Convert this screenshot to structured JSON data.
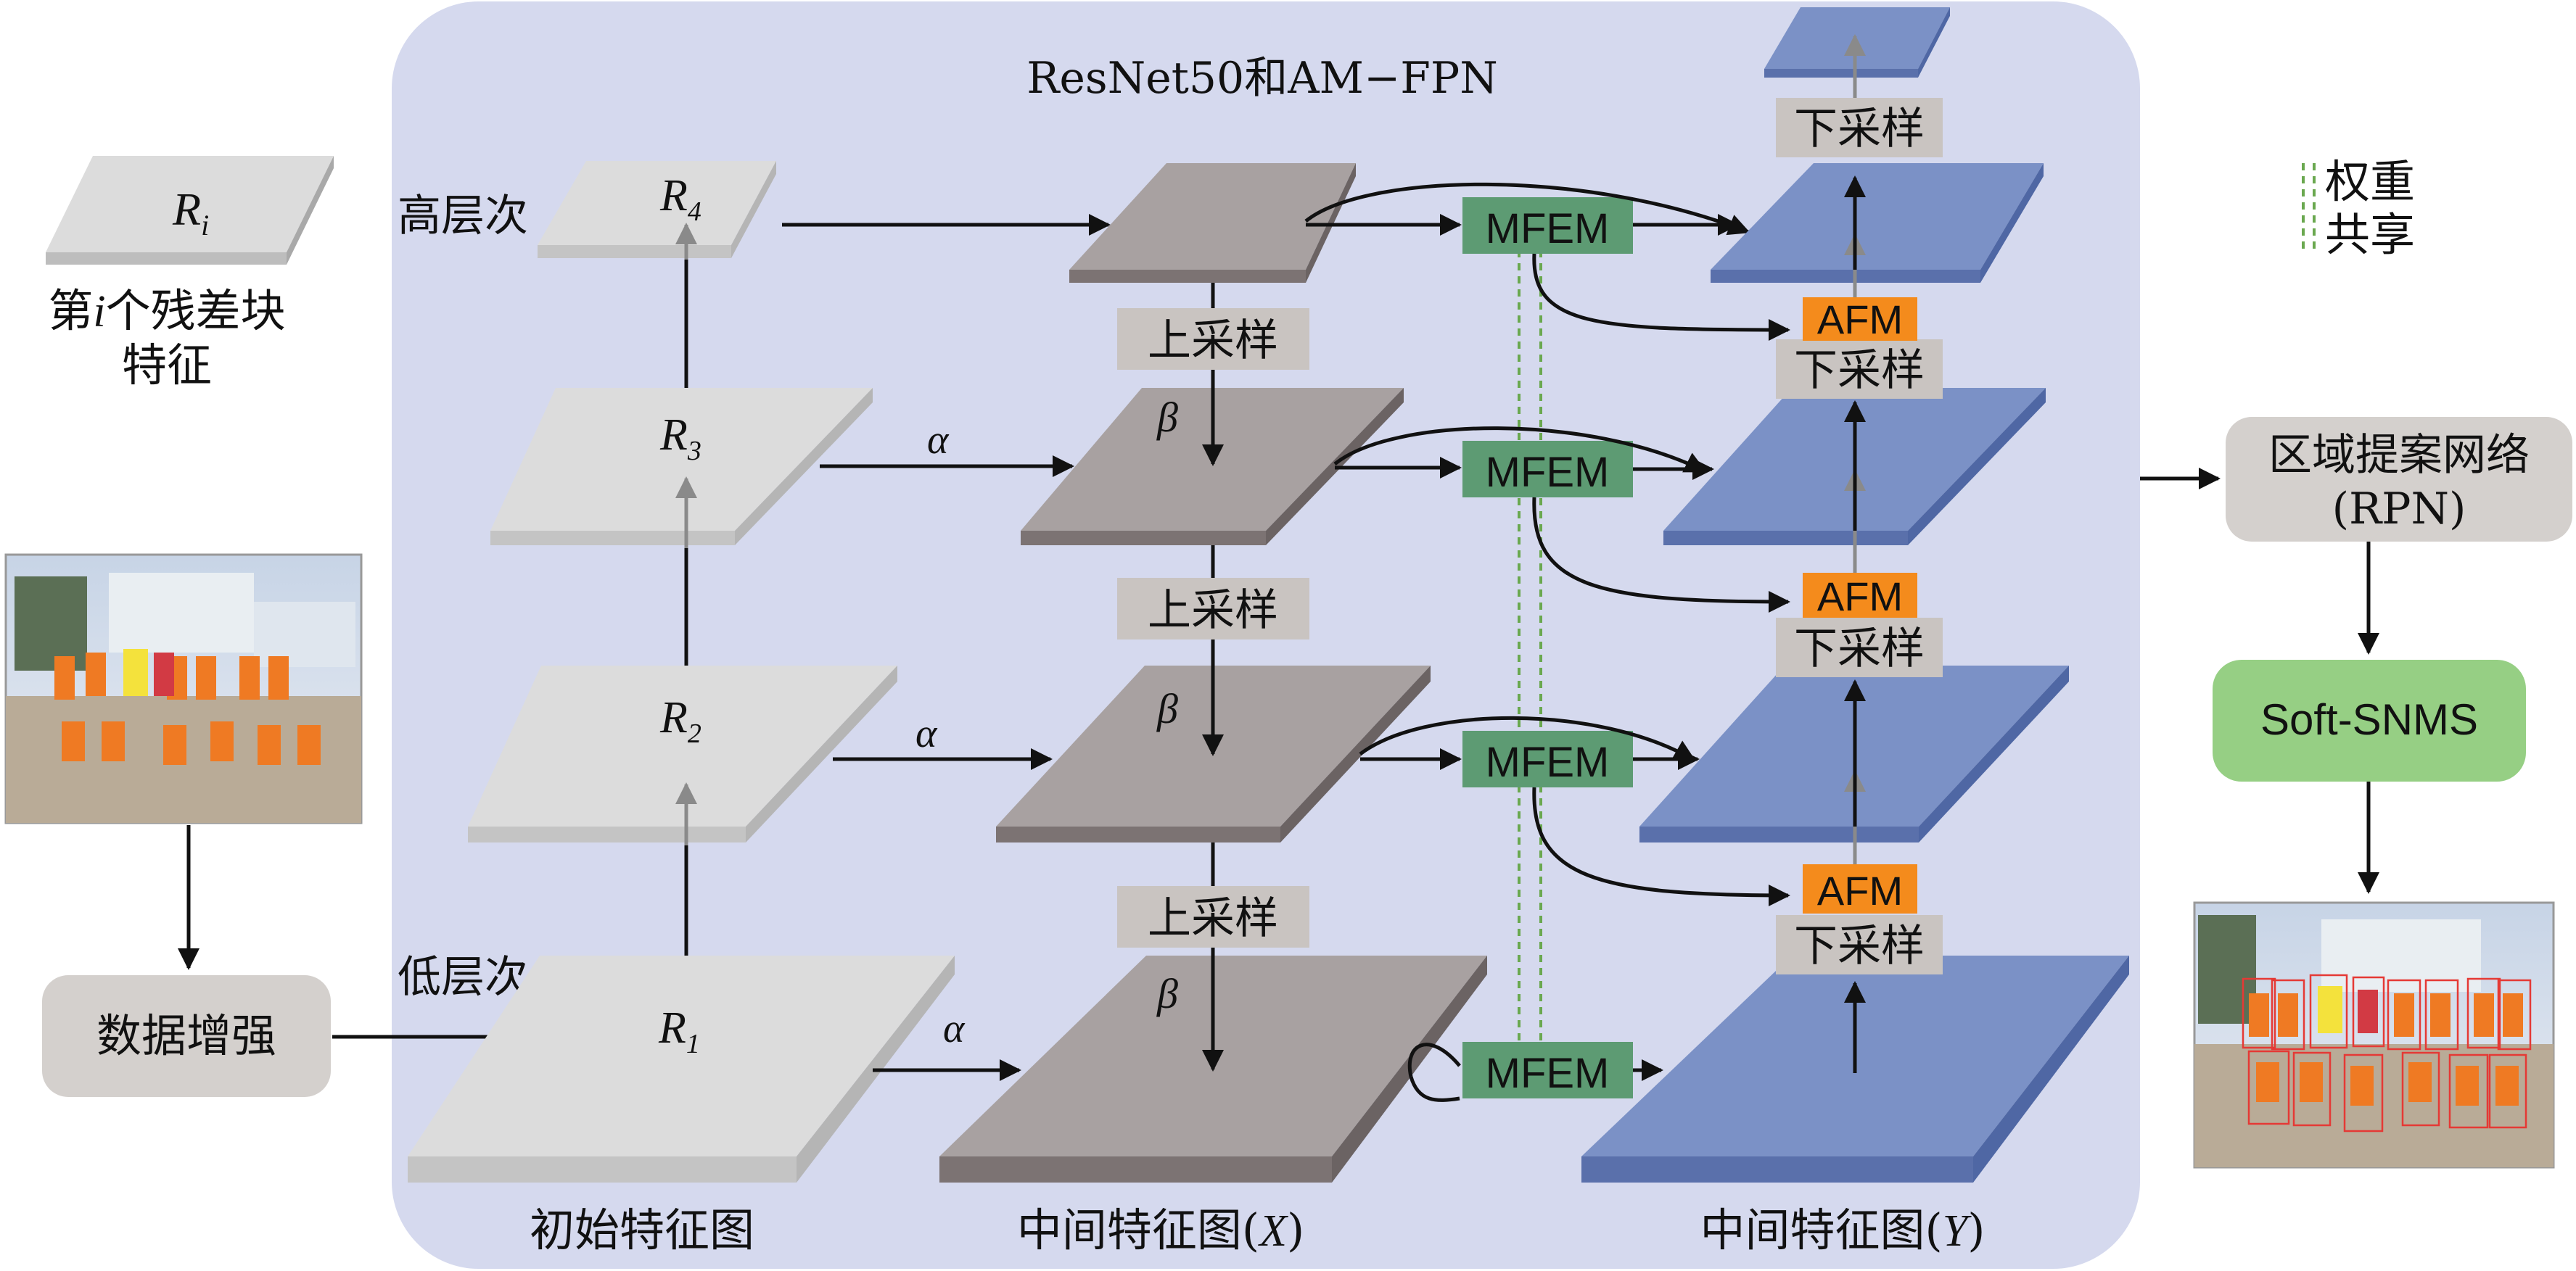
{
  "title": "ResNet50和AM−FPN",
  "legend": {
    "block_label": "R",
    "block_sub": "i",
    "caption_line1_pre": "第",
    "caption_line1_var": "i",
    "caption_line1_post": "个残差块",
    "caption_line2": "特征",
    "weight_share_line1": "权重",
    "weight_share_line2": "共享"
  },
  "levels": {
    "high": "高层次",
    "low": "低层次"
  },
  "R_blocks": [
    {
      "label": "R",
      "sub": "4"
    },
    {
      "label": "R",
      "sub": "3"
    },
    {
      "label": "R",
      "sub": "2"
    },
    {
      "label": "R",
      "sub": "1"
    }
  ],
  "symbols": {
    "alpha": "α",
    "beta": "β"
  },
  "upsample": "上采样",
  "downsample": "下采样",
  "mfem": "MFEM",
  "afm": "AFM",
  "column_labels": {
    "initial": "初始特征图",
    "middle_x_pre": "中间特征图(",
    "middle_x_var": "X",
    "middle_y_var": "Y",
    "close": ")"
  },
  "data_aug": "数据增强",
  "rpn_line1": "区域提案网络",
  "rpn_line2": "(RPN)",
  "soft_snms": "Soft-SNMS",
  "colors": {
    "panel": "#d5d9ee",
    "r_block_top": "#dcdcdc",
    "x_block_top": "#a8a1a1",
    "y_block_top": "#7b91c6",
    "mfem": "#5d9b73",
    "afm": "#f48b1c",
    "label_box": "#c9c4c1",
    "soft_snms": "#96cf84",
    "rounded_box": "#d4d0cd",
    "weight_share": "#6aa84f"
  }
}
